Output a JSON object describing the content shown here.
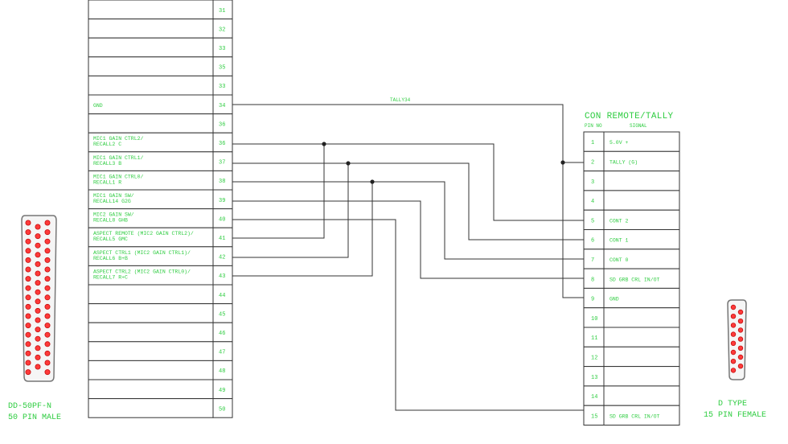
{
  "colors": {
    "label": "#2ecc40",
    "line": "#333333",
    "connector": "#ff3a3a",
    "connector_dark": "#c41010",
    "dsub_shell": "#777777"
  },
  "left_table": {
    "rows": [
      {
        "pin": "31",
        "label": []
      },
      {
        "pin": "32",
        "label": []
      },
      {
        "pin": "33",
        "label": []
      },
      {
        "pin": "35",
        "label": []
      },
      {
        "pin": "33",
        "label": []
      },
      {
        "pin": "34",
        "label": [
          "GND"
        ]
      },
      {
        "pin": "36",
        "label": []
      },
      {
        "pin": "36",
        "label": [
          "MIC1 GAIN CTRL2/",
          "RECALL2 C"
        ]
      },
      {
        "pin": "37",
        "label": [
          "MIC1 GAIN CTRL1/",
          "RECALL3 B"
        ]
      },
      {
        "pin": "38",
        "label": [
          "MIC1 GAIN CTRL0/",
          "RECALL1 R"
        ]
      },
      {
        "pin": "39",
        "label": [
          "MIC1 GAIN SW/",
          "RECALL14 G2G"
        ]
      },
      {
        "pin": "40",
        "label": [
          "MIC2 GAIN SW/",
          "RECALL8 GHB"
        ]
      },
      {
        "pin": "41",
        "label": [
          "ASPECT REMOTE (MIC2 GAIN CTRL2)/",
          "RECALL5 GMC"
        ]
      },
      {
        "pin": "42",
        "label": [
          "ASPECT CTRL1 (MIC2 GAIN CTRL1)/",
          "RECALL6 B+B"
        ]
      },
      {
        "pin": "43",
        "label": [
          "ASPECT CTRL2 (MIC2 GAIN CTRL0)/",
          "RECALL7 R+C"
        ]
      },
      {
        "pin": "44",
        "label": []
      },
      {
        "pin": "45",
        "label": []
      },
      {
        "pin": "46",
        "label": []
      },
      {
        "pin": "47",
        "label": []
      },
      {
        "pin": "48",
        "label": []
      },
      {
        "pin": "49",
        "label": []
      },
      {
        "pin": "50",
        "label": []
      }
    ]
  },
  "right_table": {
    "title": "CON REMOTE/TALLY",
    "header_pin": "PIN NO",
    "header_signal": "SIGNAL",
    "rows": [
      {
        "pin": "1",
        "signal": "5.0V +"
      },
      {
        "pin": "2",
        "signal": "TALLY (G)"
      },
      {
        "pin": "3",
        "signal": ""
      },
      {
        "pin": "4",
        "signal": ""
      },
      {
        "pin": "5",
        "signal": "CONT 2"
      },
      {
        "pin": "6",
        "signal": "CONT 1"
      },
      {
        "pin": "7",
        "signal": "CONT 0"
      },
      {
        "pin": "8",
        "signal": "SD GRB CRL IN/OT"
      },
      {
        "pin": "9",
        "signal": "GND"
      },
      {
        "pin": "10",
        "signal": ""
      },
      {
        "pin": "11",
        "signal": ""
      },
      {
        "pin": "12",
        "signal": ""
      },
      {
        "pin": "13",
        "signal": ""
      },
      {
        "pin": "14",
        "signal": ""
      },
      {
        "pin": "15",
        "signal": "SD GRB CRL IN/OT"
      }
    ]
  },
  "wire_label": "TALLY34",
  "connectors": {
    "left": {
      "line1": "DD-50PF-N",
      "line2": "50 PIN MALE"
    },
    "right": {
      "line1": "D TYPE",
      "line2": "15 PIN FEMALE"
    }
  }
}
